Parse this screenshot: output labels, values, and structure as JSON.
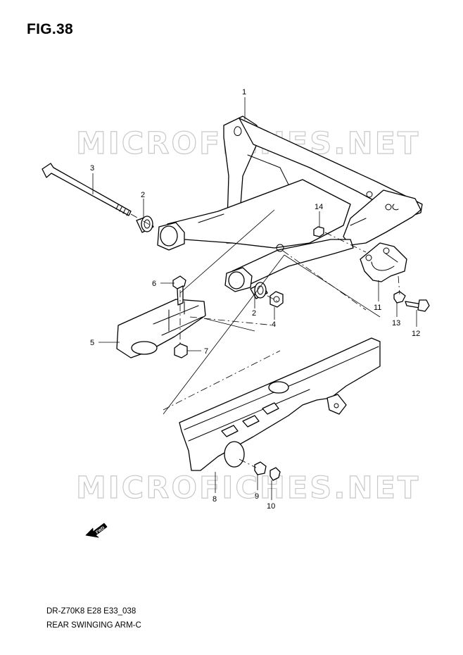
{
  "figure_label": "FIG.38",
  "model_code": "DR-Z70K8 E28 E33_038",
  "caption": "REAR SWINGING ARM-C",
  "watermark": "MICROFICHES.NET",
  "forward_arrow_label": "FWD",
  "callouts": {
    "c1": "1",
    "c2a": "2",
    "c2b": "2",
    "c3": "3",
    "c4": "4",
    "c5": "5",
    "c6": "6",
    "c7": "7",
    "c8": "8",
    "c9": "9",
    "c10": "10",
    "c11": "11",
    "c12": "12",
    "c13": "13",
    "c14": "14"
  }
}
